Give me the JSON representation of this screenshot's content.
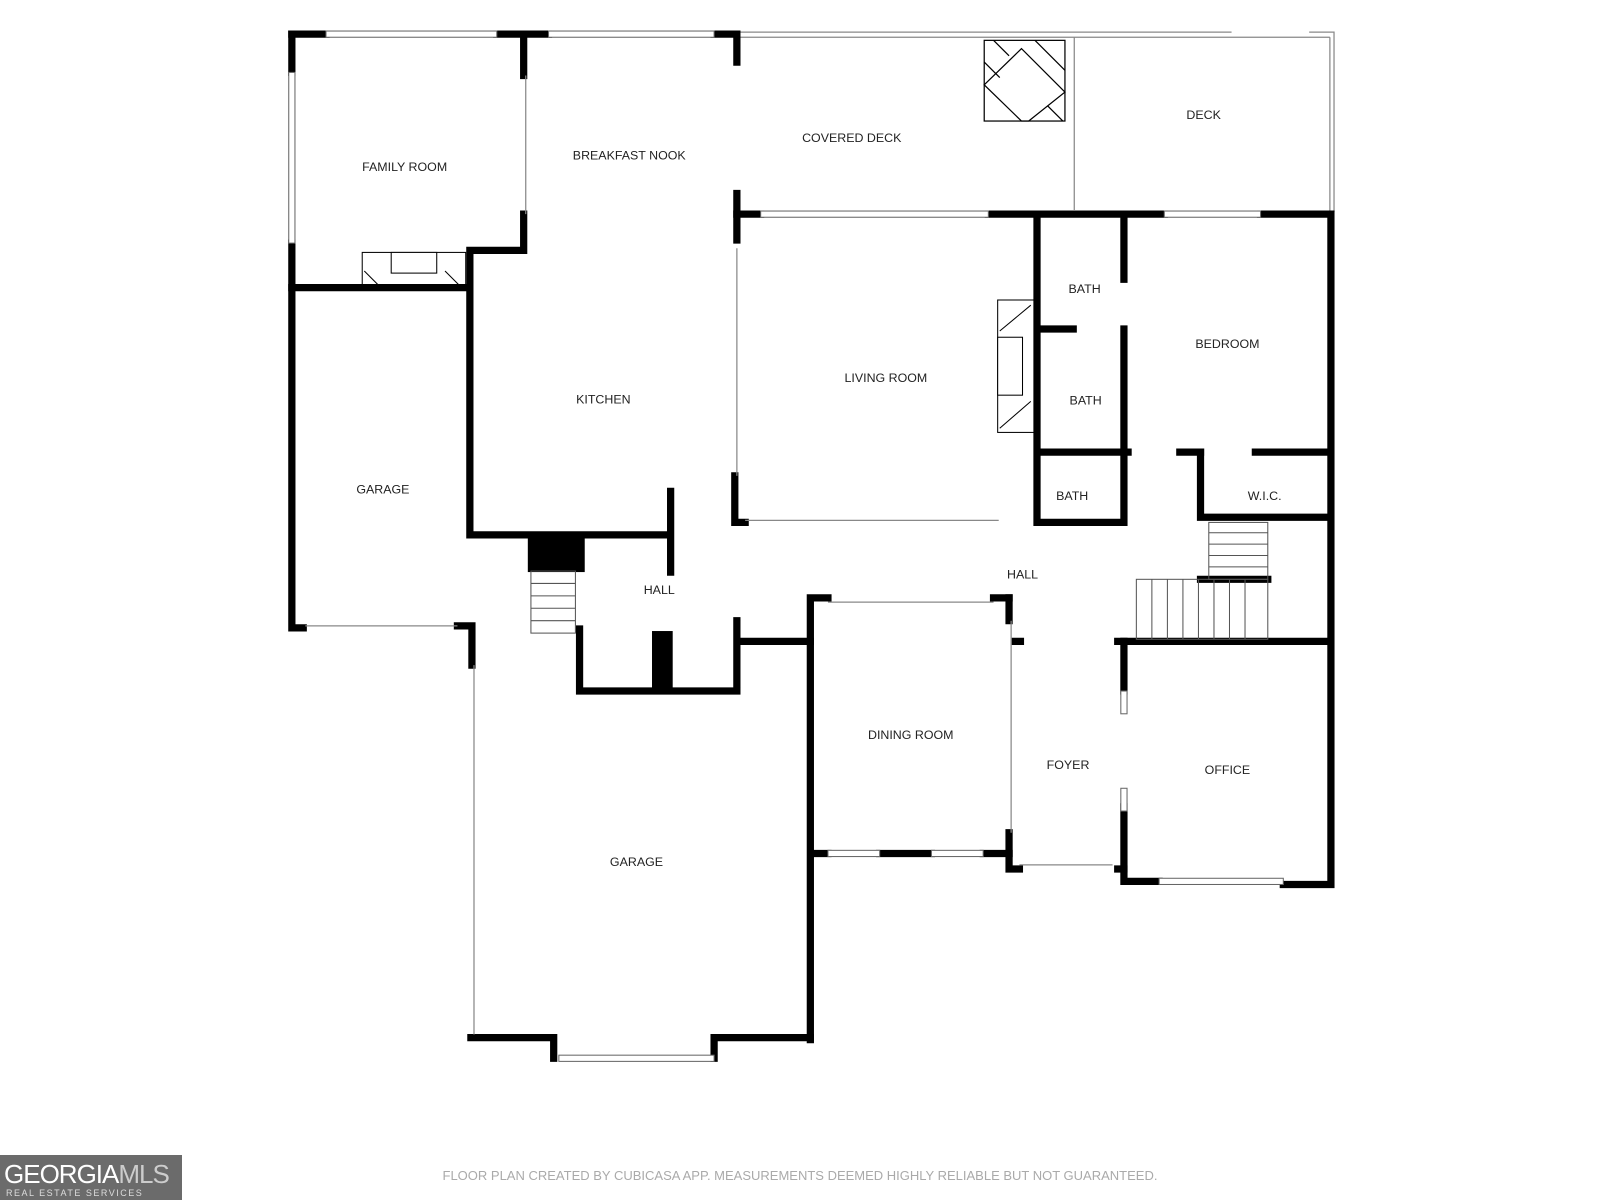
{
  "rooms": {
    "family_room": "FAMILY ROOM",
    "breakfast_nook": "BREAKFAST NOOK",
    "covered_deck": "COVERED DECK",
    "deck": "DECK",
    "kitchen": "KITCHEN",
    "living_room": "LIVING ROOM",
    "bath1": "BATH",
    "bath2": "BATH",
    "bath3": "BATH",
    "bedroom": "BEDROOM",
    "wic": "W.I.C.",
    "garage_small": "GARAGE",
    "hall_small": "HALL",
    "hall": "HALL",
    "dining_room": "DINING ROOM",
    "foyer": "FOYER",
    "office": "OFFICE",
    "garage_large": "GARAGE"
  },
  "footer": {
    "disclaimer": "FLOOR PLAN CREATED BY CUBICASA APP. MEASUREMENTS DEEMED HIGHLY RELIABLE BUT NOT GUARANTEED."
  },
  "logo": {
    "brand_main": "GEORGIA",
    "brand_accent": "MLS",
    "tagline": "REAL ESTATE SERVICES"
  }
}
